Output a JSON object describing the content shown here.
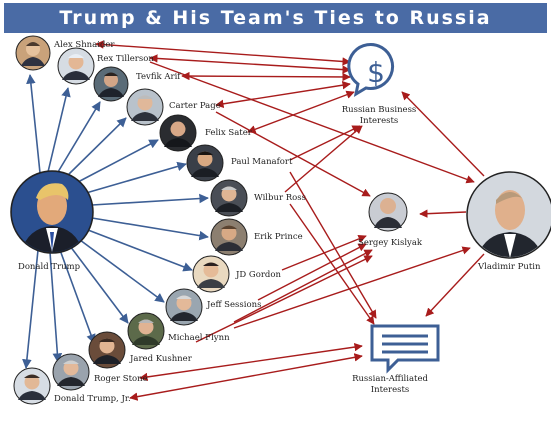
{
  "title": "Trump & His Team's Ties to Russia",
  "colors": {
    "banner": "#4a6ba5",
    "blue_arrow": "#3d5f95",
    "red_arrow": "#a81c1c",
    "hub_icon": "#3d5f95"
  },
  "people": {
    "trump": "Donald Trump",
    "shnaider": "Alex Shnaider",
    "tillerson": "Rex Tillerson",
    "arif": "Tevfik Arif",
    "page": "Carter Page",
    "sater": "Felix Sater",
    "manafort": "Paul Manafort",
    "ross": "Wilbur Ross",
    "prince": "Erik Prince",
    "gordon": "JD Gordon",
    "sessions": "Jeff Sessions",
    "flynn": "Michael Flynn",
    "kushner": "Jared Kushner",
    "stone": "Roger Stone",
    "trumpjr": "Donald Trump, Jr.",
    "kislyak": "Sergey Kislyak",
    "putin": "Vladimir Putin"
  },
  "hubs": {
    "business": "Russian Business Interests",
    "affiliated": "Russian-Affiliated Interests"
  },
  "icons": {
    "business": "dollar-speech-bubble-icon",
    "affiliated": "text-speech-bubble-icon"
  }
}
